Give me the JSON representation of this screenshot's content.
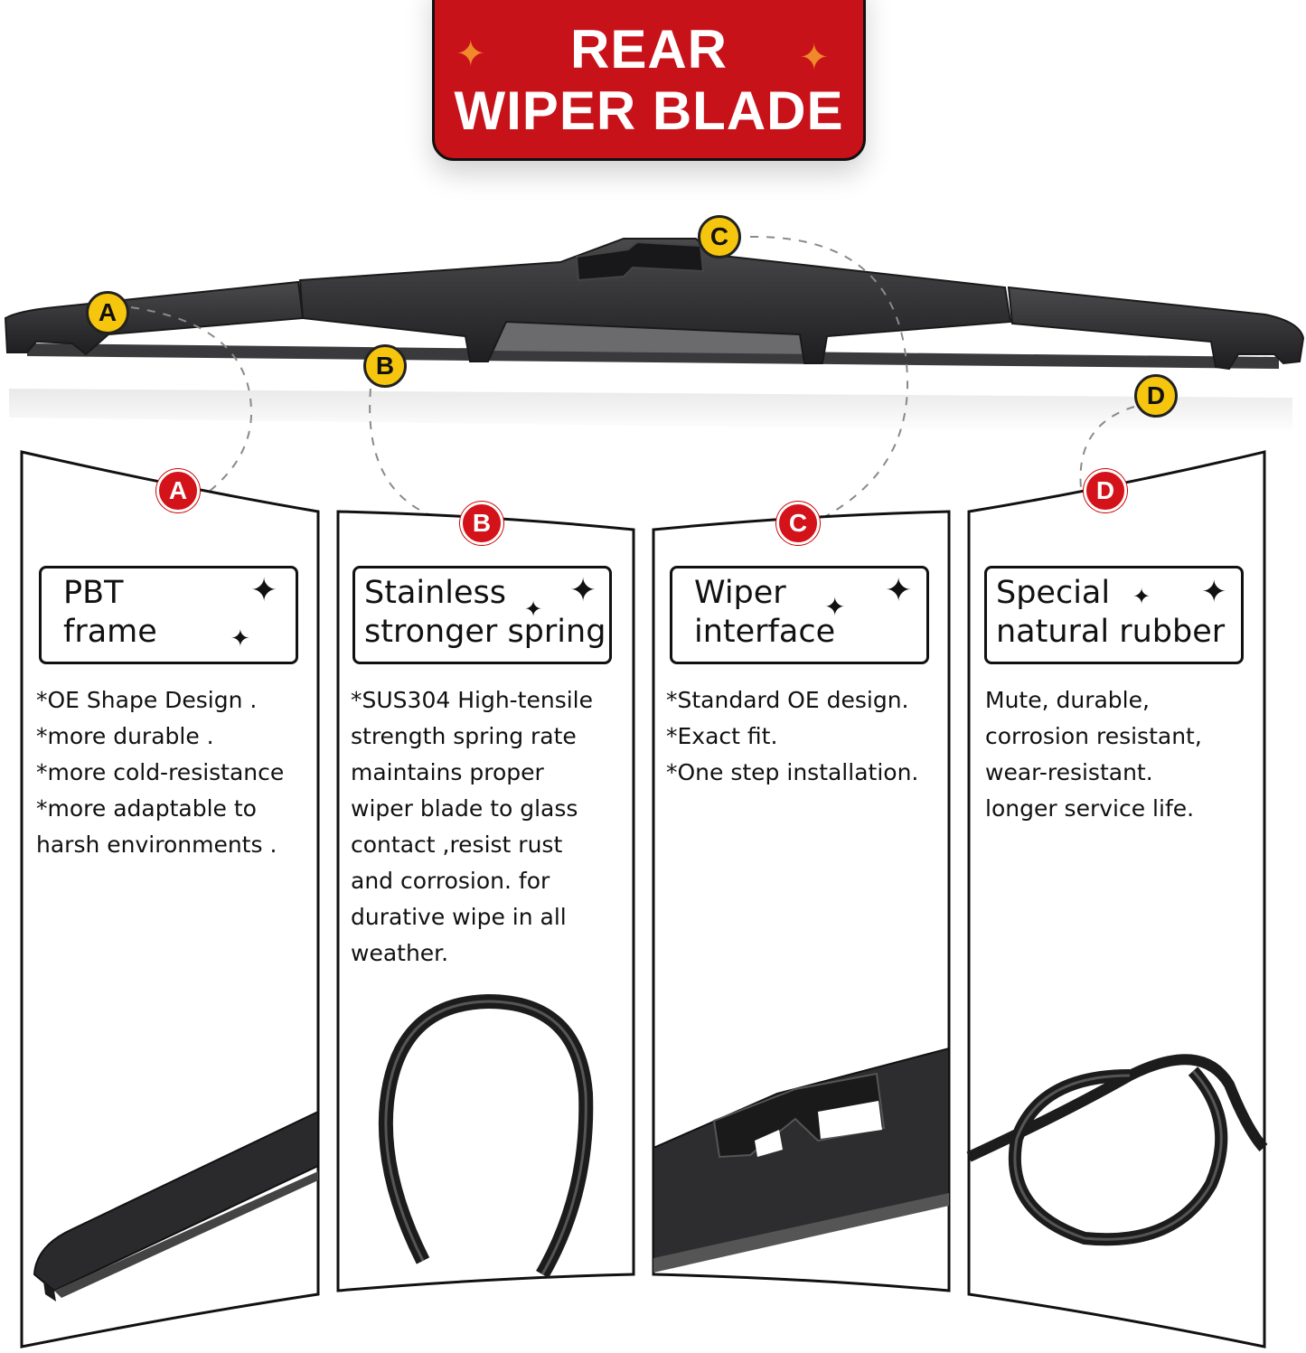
{
  "banner": {
    "line1": "REAR",
    "line2": "WIPER BLADE",
    "sparkle_left": "✦",
    "sparkle_right": "✦"
  },
  "callouts": [
    "A",
    "B",
    "C",
    "D"
  ],
  "panels": [
    {
      "badge": "A",
      "title": "PBT\nframe",
      "description": [
        "*OE Shape Design .",
        "*more durable .",
        "*more cold-resistance",
        "*more adaptable to",
        "harsh environments ."
      ],
      "image": "blade-end-closeup"
    },
    {
      "badge": "B",
      "title": "Stainless\nstronger spring",
      "description": [
        "*SUS304 High-tensile",
        "strength spring rate",
        "maintains proper",
        "wiper blade to glass",
        "contact ,resist rust",
        "and corrosion. for",
        "durative wipe in all",
        "weather."
      ],
      "image": "spring-coil"
    },
    {
      "badge": "C",
      "title": "Wiper\ninterface",
      "description": [
        "*Standard OE design.",
        "*Exact fit.",
        "*One step installation."
      ],
      "image": "interface-closeup"
    },
    {
      "badge": "D",
      "title": "Special\nnatural rubber",
      "description": [
        "Mute, durable,",
        "corrosion resistant,",
        "wear-resistant.",
        "longer service life."
      ],
      "image": "rubber-loop"
    }
  ],
  "colors": {
    "banner_red": "#c8121a",
    "badge_red": "#d3121a",
    "badge_yellow": "#f6c60f",
    "sparkle_orange": "#f0892a",
    "blade_dark": "#2b2b2d"
  },
  "star_glyph": "✦"
}
